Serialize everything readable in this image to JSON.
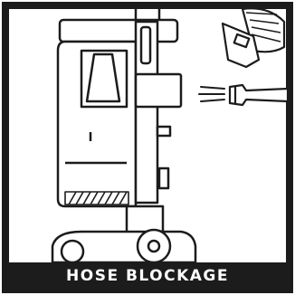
{
  "caption": {
    "text": "HOSE BLOCKAGE"
  },
  "colors": {
    "ink": "#1c1c1c",
    "paper": "#ffffff",
    "caption_bg": "#1c1c1c",
    "caption_fg": "#ffffff"
  },
  "icons": [
    "vacuum-body-illustration",
    "hose-crevice-tool-illustration",
    "brush-attachment-illustration",
    "wheel-icon",
    "airflow-lines"
  ]
}
